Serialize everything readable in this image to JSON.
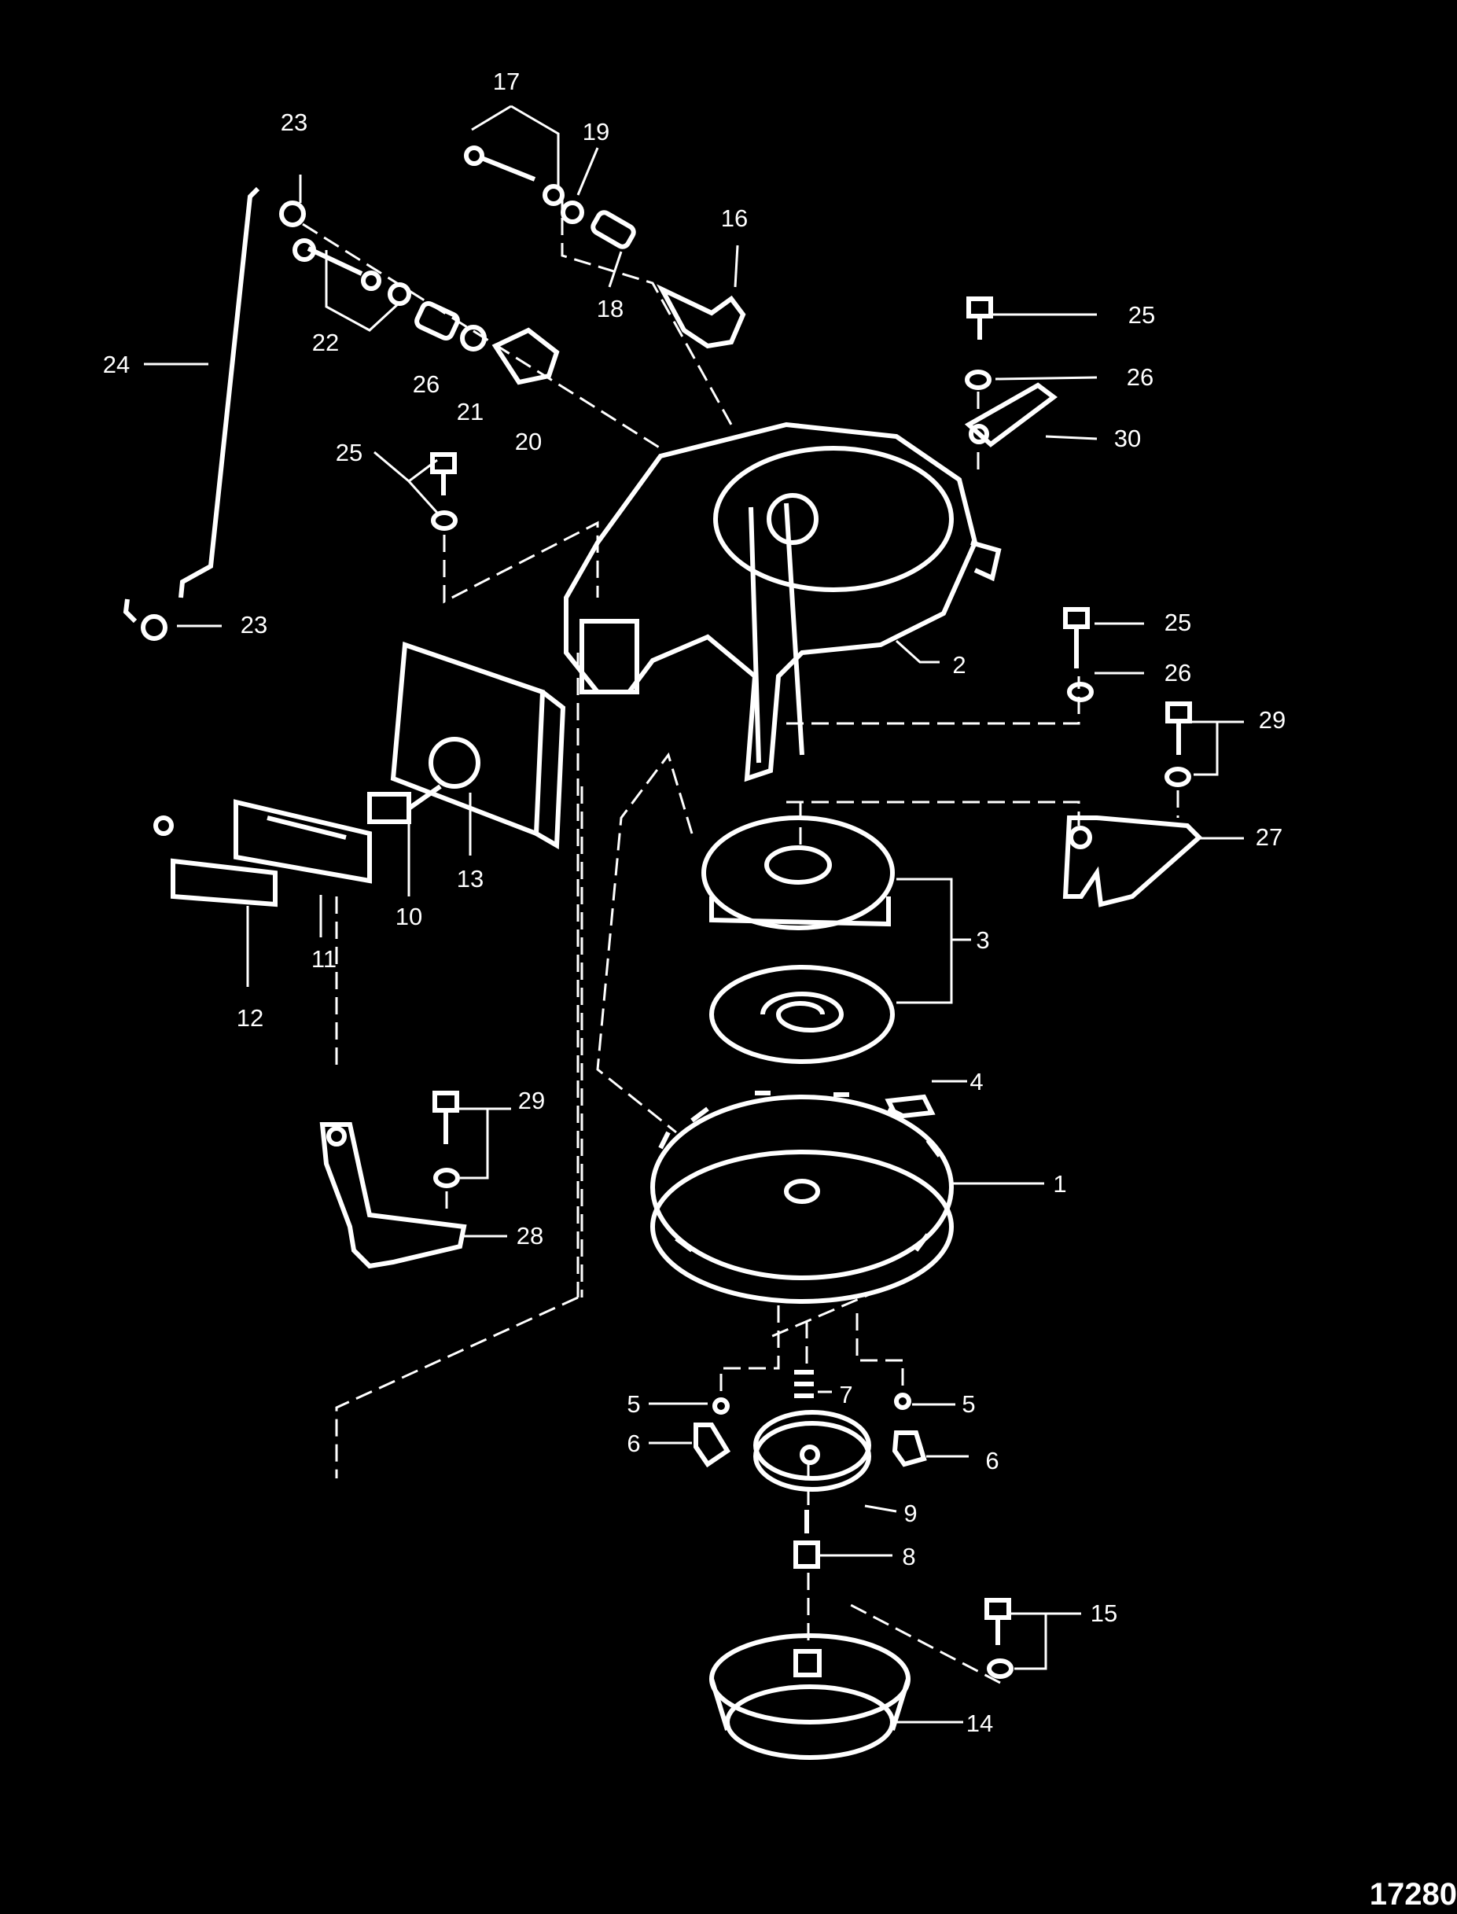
{
  "diagram": {
    "figure_number": "17280",
    "callouts": [
      "17",
      "19",
      "23",
      "16",
      "18",
      "22",
      "26",
      "21",
      "20",
      "24",
      "25",
      "26",
      "30",
      "25",
      "23",
      "25",
      "26",
      "29",
      "2",
      "27",
      "13",
      "10",
      "11",
      "12",
      "3",
      "4",
      "29",
      "1",
      "28",
      "5",
      "7",
      "5",
      "6",
      "6",
      "9",
      "8",
      "15",
      "14"
    ]
  }
}
